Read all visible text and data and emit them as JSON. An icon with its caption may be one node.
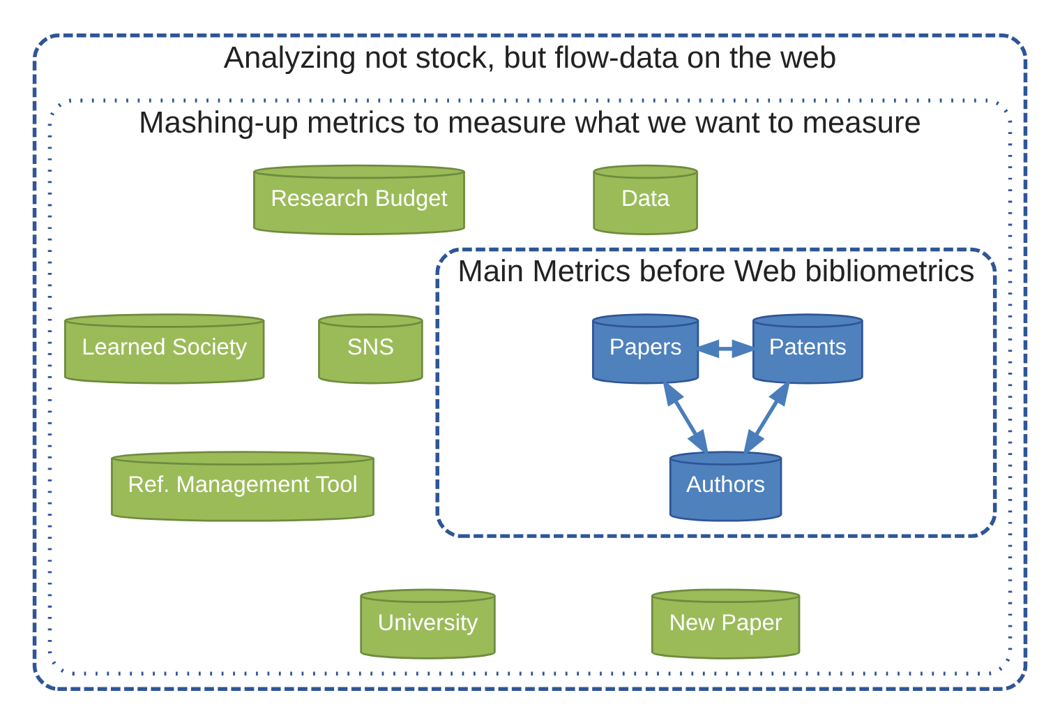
{
  "diagram": {
    "nodes": [
      {
        "text": [
          "Analyzing not stock, but flow-data on the web"
        ]
      },
      {
        "text": [
          "Mashing-up metrics to measure what we want to measure"
        ],
        "in": 0
      },
      {
        "text": [
          "Main Metrics before Web bibliometrics"
        ],
        "in": 1
      },
      {
        "text": [
          "Papers"
        ],
        "in": 2
      },
      {
        "text": [
          "Patents"
        ],
        "in": 2
      },
      {
        "text": [
          "Authors"
        ],
        "in": 2
      },
      {
        "text": [
          "Data"
        ],
        "in": 1
      },
      {
        "text": [
          "Research Budget"
        ],
        "in": 1
      },
      {
        "text": [
          "SNS"
        ],
        "in": 1
      },
      {
        "text": [
          "Learned Society"
        ],
        "in": 1
      },
      {
        "text": [
          "Ref. Management Tool"
        ],
        "in": 1
      },
      {
        "text": [
          "New Paper"
        ],
        "in": 1
      },
      {
        "text": [
          "University"
        ],
        "in": 1
      }
    ],
    "edges": [
      {
        "from": 3,
        "to": 4,
        "arrow": "both"
      },
      {
        "from": 3,
        "to": 5,
        "arrow": "both"
      },
      {
        "from": 4,
        "to": 5,
        "arrow": "both"
      }
    ]
  }
}
